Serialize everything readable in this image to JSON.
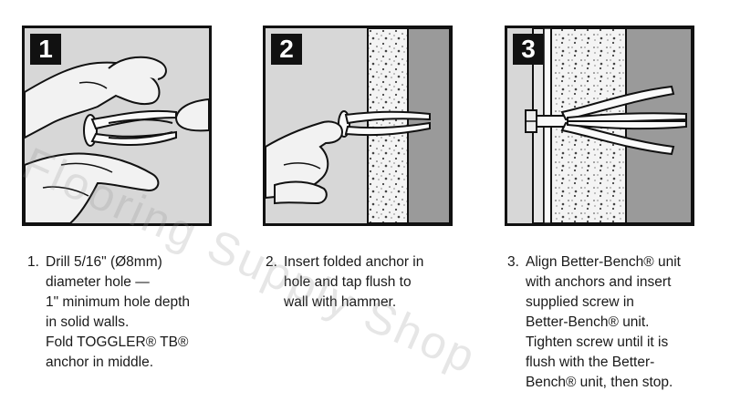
{
  "steps": [
    {
      "number": "1",
      "caption_number": "1.",
      "lines": [
        "Drill 5/16\" (Ø8mm)",
        "diameter hole —",
        "1\" minimum hole depth",
        "in solid walls.",
        "Fold TOGGLER® TB®",
        "anchor in middle."
      ]
    },
    {
      "number": "2",
      "caption_number": "2.",
      "lines": [
        "Insert folded anchor in",
        "hole and tap flush to",
        "wall with hammer."
      ]
    },
    {
      "number": "3",
      "caption_number": "3.",
      "lines": [
        "Align Better-Bench® unit",
        "with anchors and insert",
        "supplied screw in",
        "Better-Bench® unit.",
        "Tighten screw until it is",
        "flush with the Better-",
        "Bench® unit, then stop."
      ]
    }
  ],
  "watermark": "Flooring Supply Shop",
  "colors": {
    "panel_bg": "#d7d7d7",
    "wall_gray": "#9a9a9a",
    "ink": "#111111"
  }
}
